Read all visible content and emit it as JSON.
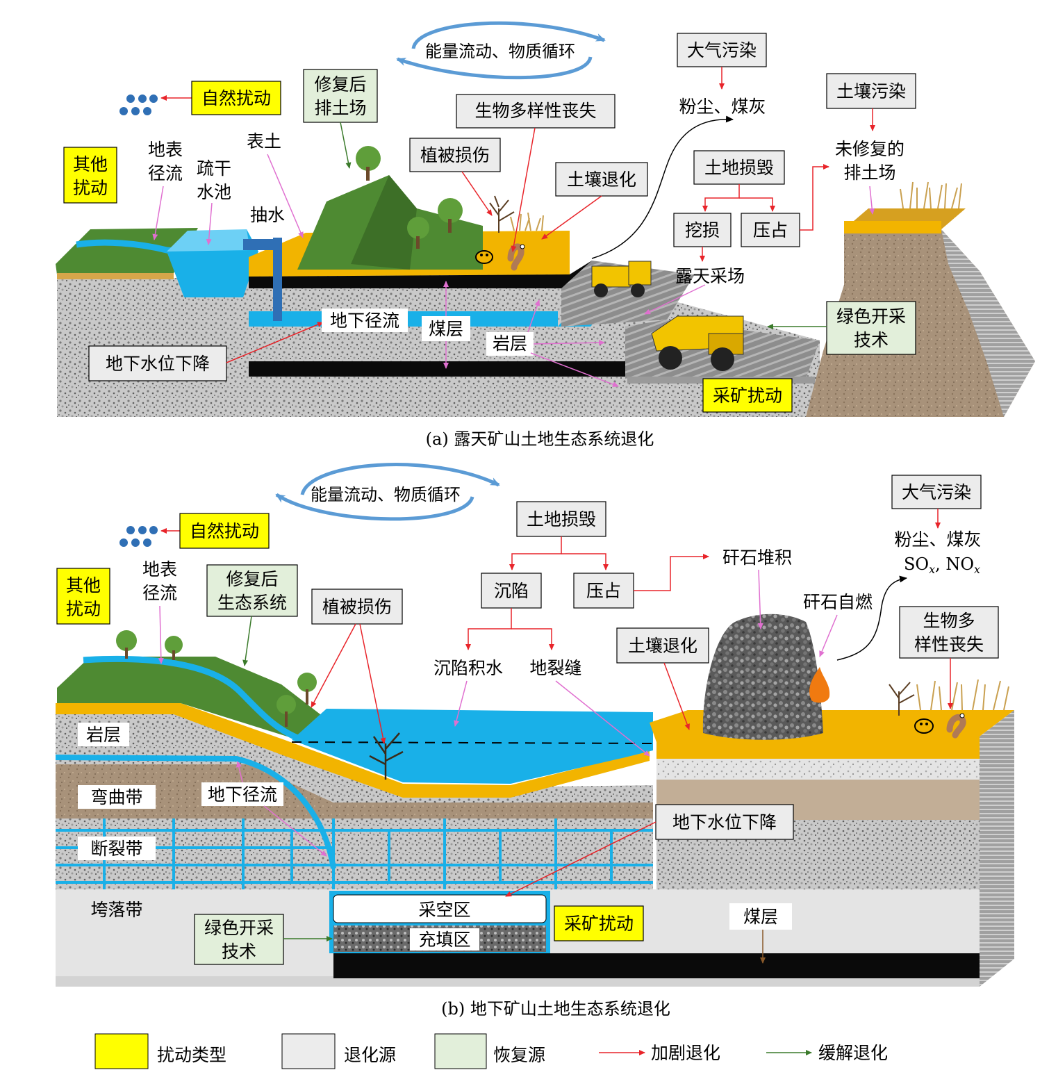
{
  "colors": {
    "disturbance": "#ffff00",
    "degradation_source": "#ececec",
    "restoration_source": "#e2efda",
    "aggravate_arrow": "#e8242a",
    "mitigate_arrow": "#3a7a2a",
    "water": "#19b0e8",
    "topsoil": "#f2b400",
    "grass": "#4e8a32",
    "coal": "#0a0a0a",
    "cycle_arrow": "#5b9bd5",
    "pink_pointer": "#e070d0"
  },
  "panel_a": {
    "caption": "(a)  露天矿山土地生态系统退化",
    "cycle": "能量流动、物质循环",
    "natural_disturbance": "自然扰动",
    "other_disturbance": "其他扰动",
    "surface_runoff": "地表径流",
    "drainage_pond": "疏干水池",
    "topsoil": "表土",
    "pumping": "抽水",
    "restored_dump": "修复后排土场",
    "vegetation_damage": "植被损伤",
    "biodiversity_loss": "生物多样性丧失",
    "soil_degradation": "土壤退化",
    "air_pollution": "大气污染",
    "dust_ash": "粉尘、煤灰",
    "land_damage": "土地损毁",
    "excavation": "挖损",
    "occupation": "压占",
    "open_pit": "露天采场",
    "soil_pollution": "土壤污染",
    "unrestored_dump": "未修复的排土场",
    "green_mining": "绿色开采技术",
    "mining_disturbance": "采矿扰动",
    "groundwater_drop": "地下水位下降",
    "underground_runoff": "地下径流",
    "coal_seam": "煤层",
    "rock_layer": "岩层"
  },
  "panel_b": {
    "caption": "(b)  地下矿山土地生态系统退化",
    "cycle": "能量流动、物质循环",
    "natural_disturbance": "自然扰动",
    "other_disturbance": "其他扰动",
    "surface_runoff": "地表径流",
    "restored_ecosystem": "修复后生态系统",
    "vegetation_damage": "植被损伤",
    "land_damage": "土地损毁",
    "subsidence": "沉陷",
    "occupation": "压占",
    "gangue_pile": "矸石堆积",
    "subsidence_water": "沉陷积水",
    "ground_fissure": "地裂缝",
    "gangue_combustion": "矸石自燃",
    "soil_degradation": "土壤退化",
    "air_pollution": "大气污染",
    "dust_ash": "粉尘、煤灰",
    "sox": "SO",
    "sox_sub": "x",
    "nox": ", NO",
    "nox_sub": "x",
    "biodiversity_loss": "生物多样性丧失",
    "rock_layer": "岩层",
    "bending_zone": "弯曲带",
    "underground_runoff": "地下径流",
    "fracture_zone": "断裂带",
    "groundwater_drop": "地下水位下降",
    "caving_zone": "垮落带",
    "goaf": "采空区",
    "backfill": "充填区",
    "green_mining": "绿色开采技术",
    "mining_disturbance": "采矿扰动",
    "coal_seam": "煤层"
  },
  "legend": {
    "disturbance_type": "扰动类型",
    "degradation_source": "退化源",
    "restoration_source": "恢复源",
    "aggravate": "加剧退化",
    "mitigate": "缓解退化"
  }
}
